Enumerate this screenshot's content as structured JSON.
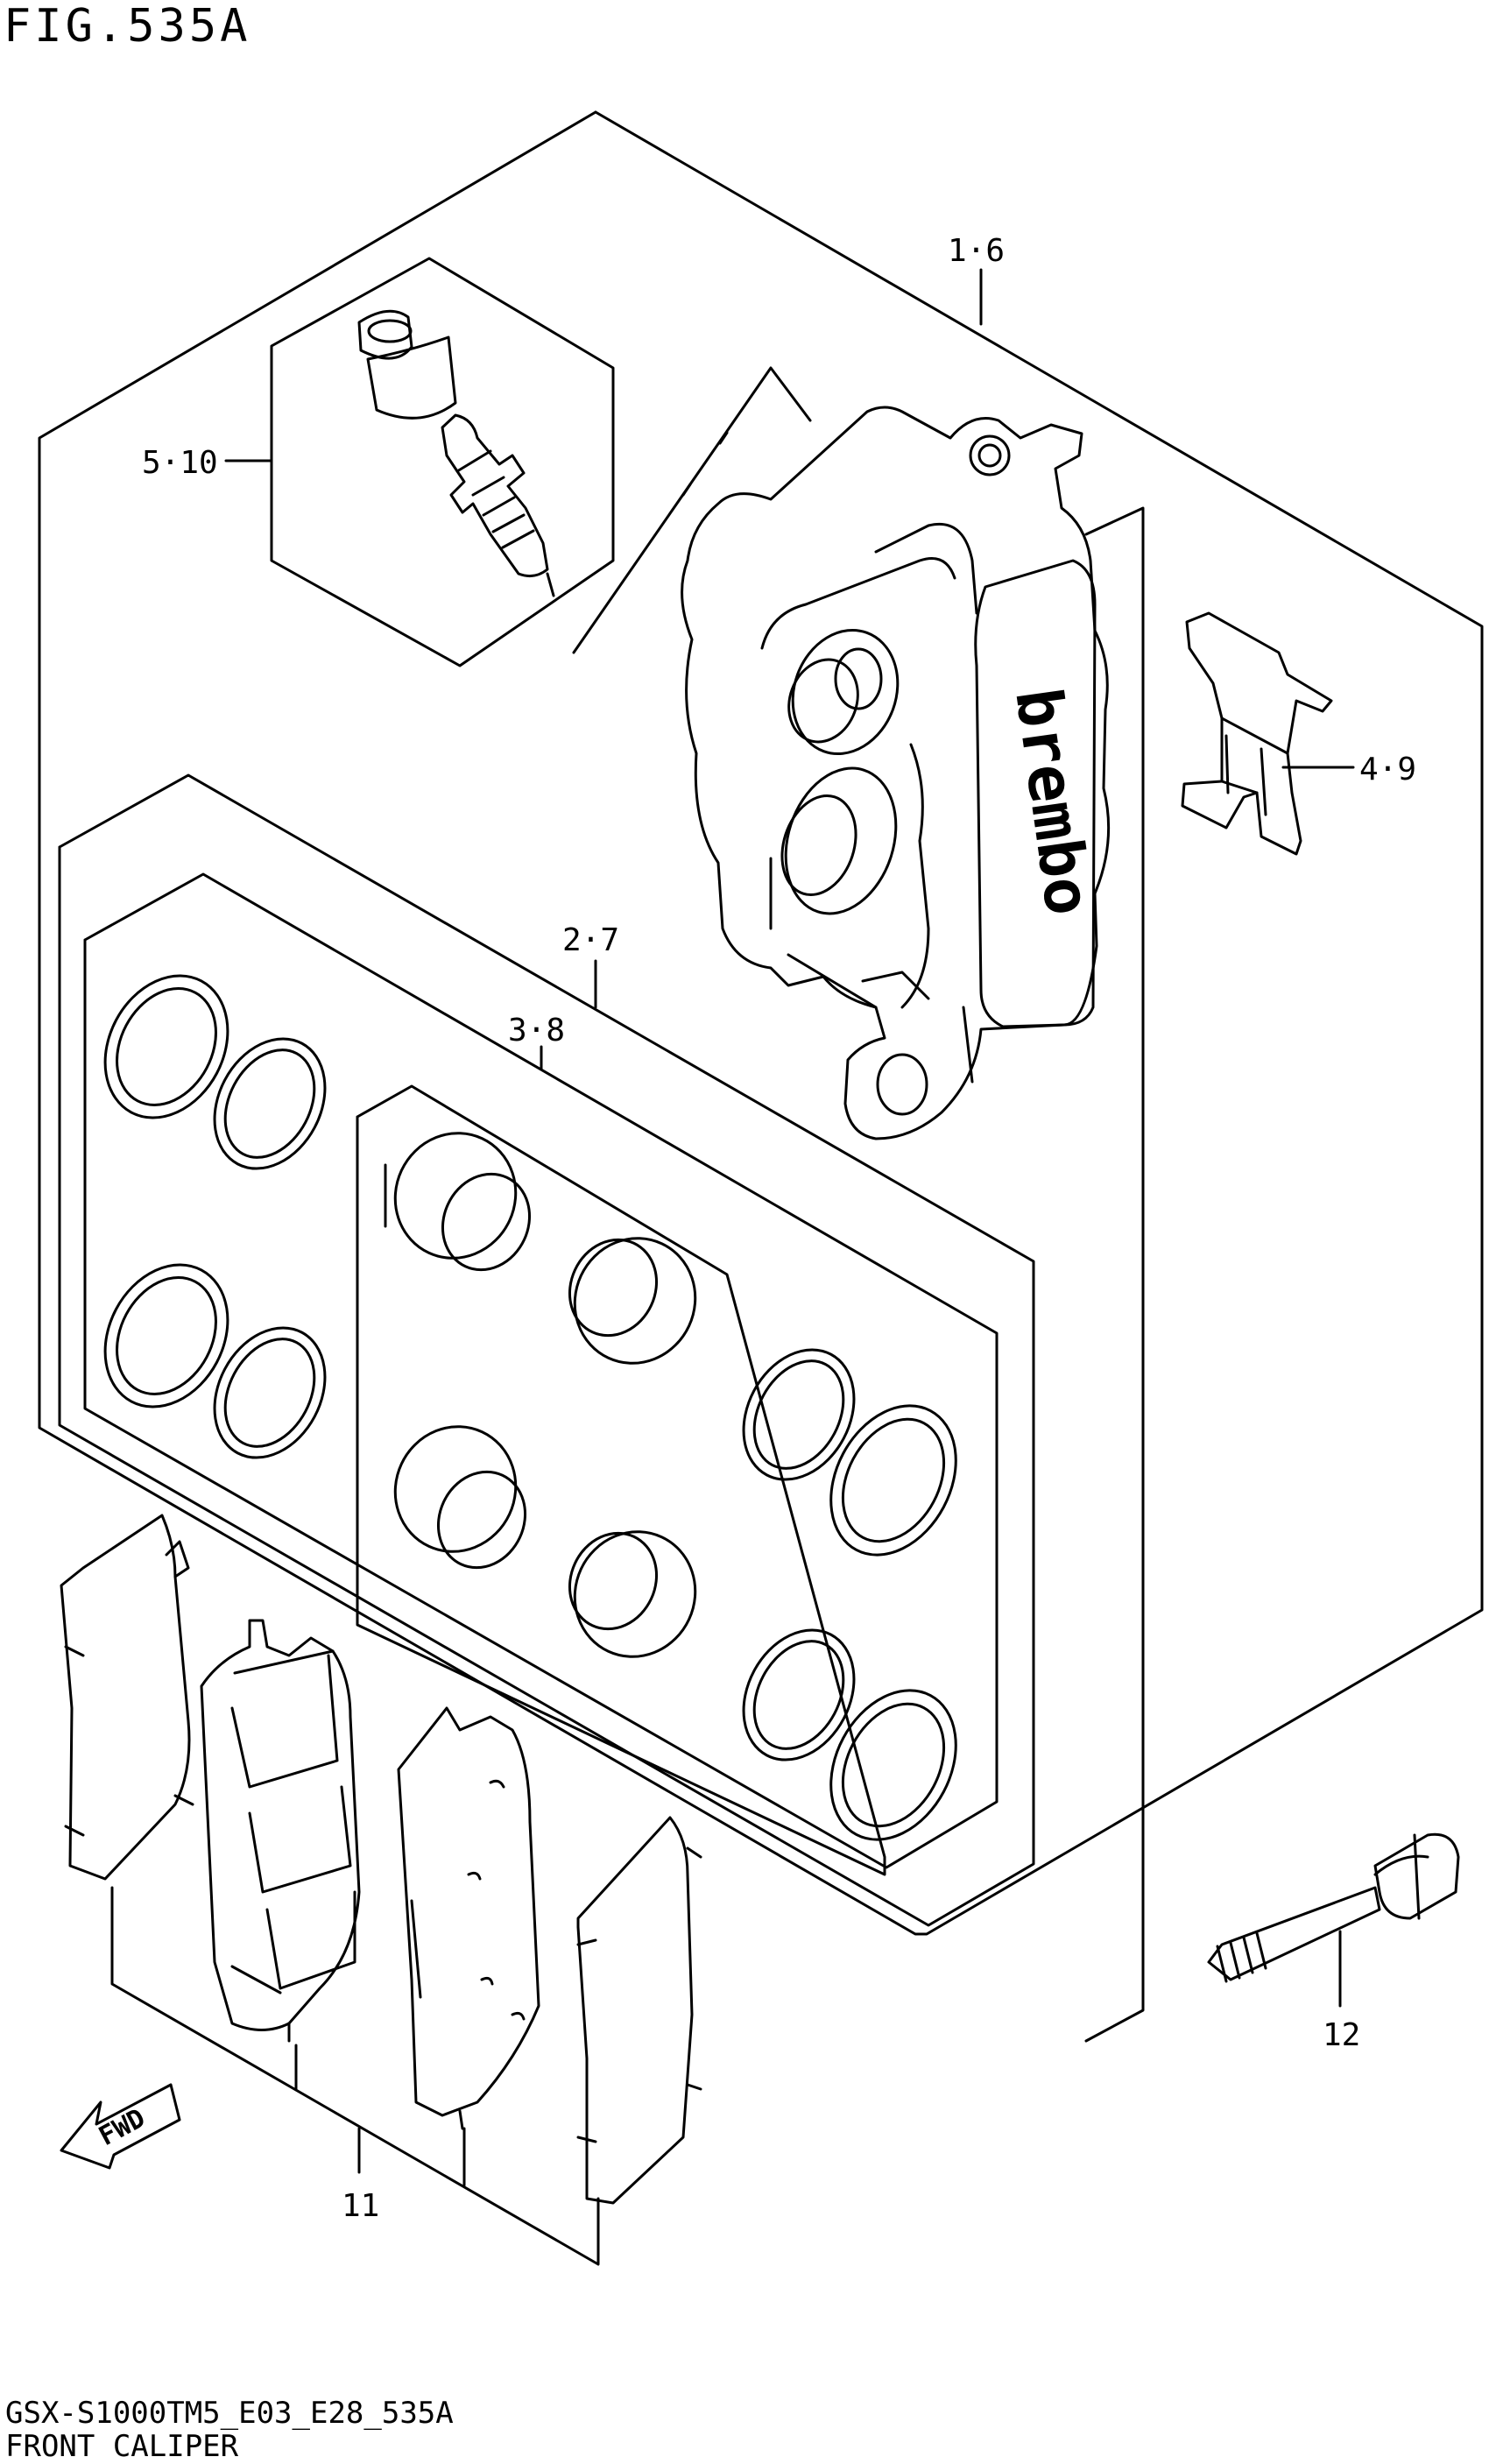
{
  "figure": {
    "title": "FIG.535A"
  },
  "footer": {
    "code": "GSX-S1000TM5_E03_E28_535A",
    "name": "FRONT CALIPER"
  },
  "callouts": {
    "c16": "1·6",
    "c510": "5·10",
    "c49": "4·9",
    "c27": "2·7",
    "c38": "3·8",
    "c11": "11",
    "c12": "12"
  },
  "caliper_brand": "brembo",
  "fwd_arrow": "FWD"
}
